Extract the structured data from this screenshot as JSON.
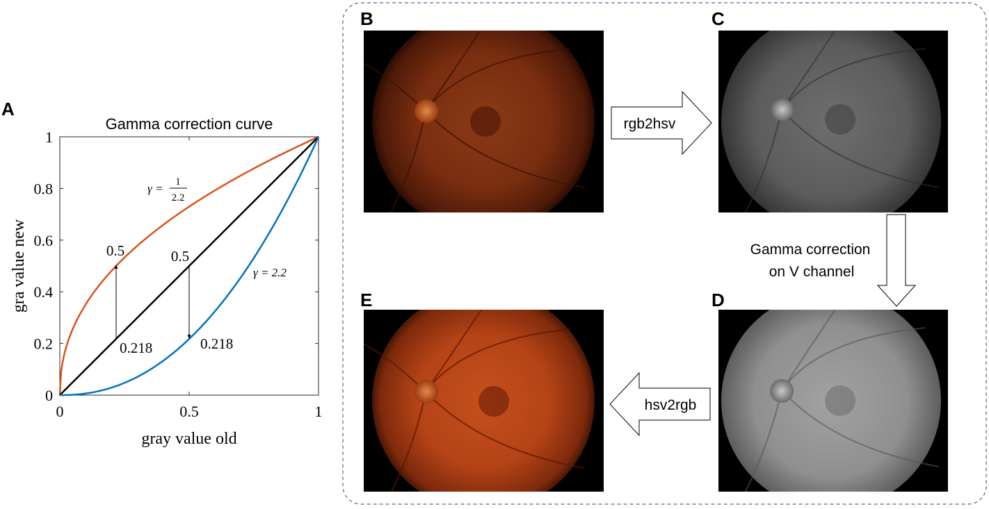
{
  "panels": {
    "A": "A",
    "B": "B",
    "C": "C",
    "D": "D",
    "E": "E"
  },
  "chart_data": {
    "type": "line",
    "title": "Gamma correction curve",
    "xlabel": "gray value old",
    "ylabel": "gra value new",
    "xlim": [
      0,
      1
    ],
    "ylim": [
      0,
      1
    ],
    "x_ticks": [
      "0",
      "0.5",
      "1"
    ],
    "y_ticks": [
      "0",
      "0.2",
      "0.4",
      "0.6",
      "0.8",
      "1"
    ],
    "grid": false,
    "series": [
      {
        "gamma": 0.4545,
        "color": "#d95319"
      },
      {
        "gamma": 1.0,
        "color": "#000000"
      },
      {
        "gamma": 2.2,
        "color": "#0072bd"
      }
    ],
    "annotations": {
      "gamma_low_prefix": "γ =",
      "gamma_low_num": "1",
      "gamma_low_den": "2.2",
      "gamma_high": "γ = 2.2",
      "left_top": "0.5",
      "left_bottom": "0.218",
      "mid_top": "0.5",
      "mid_bottom": "0.218"
    }
  },
  "flow": {
    "rgb2hsv": "rgb2hsv",
    "gamma_line1": "Gamma correction",
    "gamma_line2": "on V channel",
    "hsv2rgb": "hsv2rgb"
  },
  "colors": {
    "dashed_border": "#4a6a94",
    "orange": "#d95319",
    "blue": "#0072bd"
  }
}
